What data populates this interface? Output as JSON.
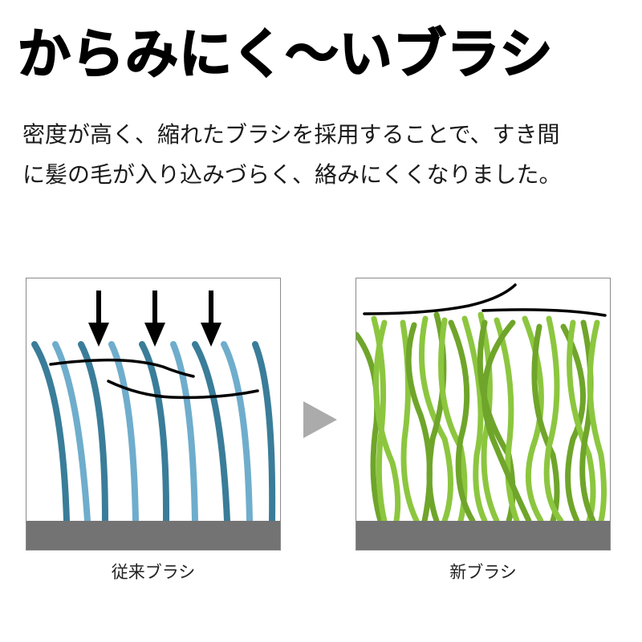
{
  "headline": "からみにく～いブラシ",
  "description": {
    "line1": "密度が高く、縮れたブラシを採用することで、すき間",
    "line2": "に髪の毛が入り込みづらく、絡みにくくなりました。"
  },
  "comparison": {
    "old": {
      "caption": "従来ブラシ",
      "bristle_dark": "#3a7d99",
      "bristle_light": "#6fadcc",
      "base": "#737373"
    },
    "new": {
      "caption": "新ブラシ",
      "bristle_dark": "#6fa52a",
      "bristle_light": "#8cc63f",
      "base": "#737373"
    },
    "arrow_icon": "triangle-right-icon",
    "arrow_color": "#ababab"
  }
}
